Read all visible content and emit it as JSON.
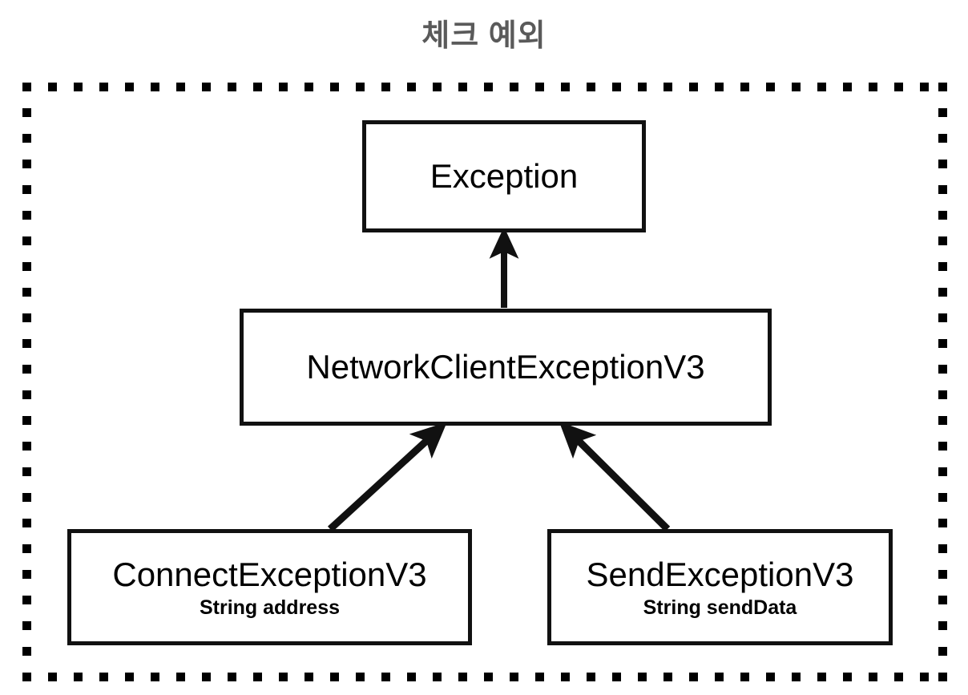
{
  "title": "체크 예외",
  "title_color": "#5a5a5a",
  "frame": {
    "style": "square-dotted",
    "color": "#000000"
  },
  "diagram": {
    "type": "class-hierarchy",
    "boxes": [
      {
        "id": "exception",
        "name": "Exception",
        "field": ""
      },
      {
        "id": "network-client-exception-v3",
        "name": "NetworkClientExceptionV3",
        "field": ""
      },
      {
        "id": "connect-exception-v3",
        "name": "ConnectExceptionV3",
        "field": "String address"
      },
      {
        "id": "send-exception-v3",
        "name": "SendExceptionV3",
        "field": "String sendData"
      }
    ],
    "edges": [
      {
        "from": "network-client-exception-v3",
        "to": "exception",
        "kind": "extends"
      },
      {
        "from": "connect-exception-v3",
        "to": "network-client-exception-v3",
        "kind": "extends"
      },
      {
        "from": "send-exception-v3",
        "to": "network-client-exception-v3",
        "kind": "extends"
      }
    ]
  }
}
